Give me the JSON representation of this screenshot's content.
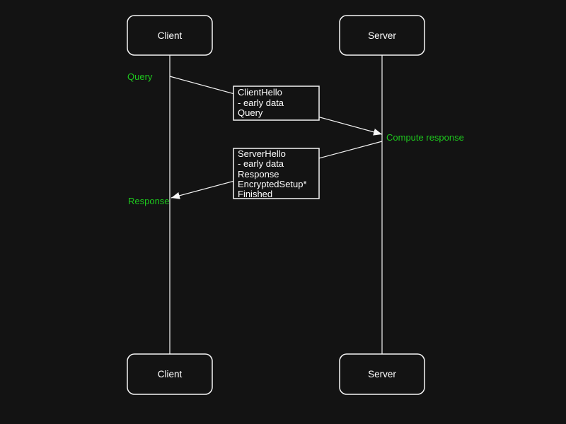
{
  "colors": {
    "background": "#131313",
    "foreground": "#f5f5f5",
    "text_white": "#ffffff",
    "green": "#1ec71e"
  },
  "actors": {
    "top_left": "Client",
    "top_right": "Server",
    "bottom_left": "Client",
    "bottom_right": "Server"
  },
  "flow_labels": {
    "query": "Query",
    "compute_response": "Compute response",
    "response": "Response"
  },
  "client_hello_box": {
    "lines": [
      "ClientHello",
      "- early data",
      "Query"
    ]
  },
  "server_hello_box": {
    "lines": [
      "ServerHello",
      "- early data",
      "Response",
      "EncryptedSetup*",
      "Finished"
    ]
  }
}
